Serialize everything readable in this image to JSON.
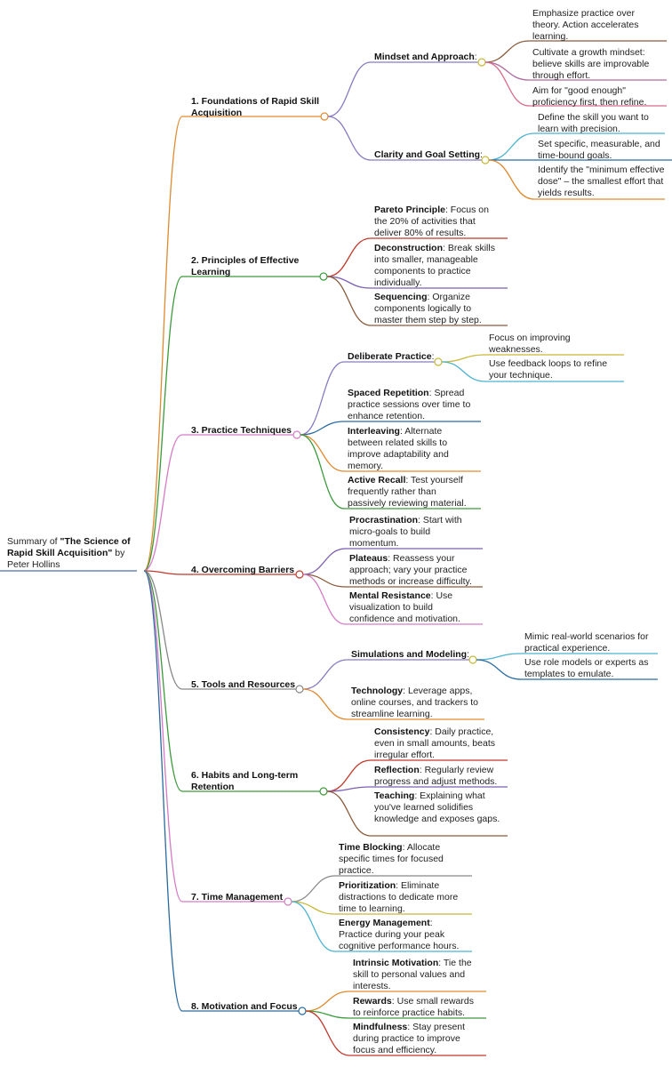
{
  "root": {
    "lines": [
      "Summary of ",
      "Rapid Skill Acquisition\" by",
      "Peter Hollins"
    ],
    "bold_part": "\"The Science of"
  },
  "sections": [
    {
      "title_lines": [
        "1. Foundations of Rapid Skill",
        "Acquisition"
      ],
      "color": "#e08a2e",
      "subs": [
        {
          "label": "Mindset and Approach",
          "colon": ":",
          "leaves": [
            {
              "lines": [
                "Emphasize practice over",
                "theory. Action accelerates",
                "learning."
              ],
              "color": "#8a5a3a"
            },
            {
              "lines": [
                "Cultivate a growth mindset:",
                "believe skills are improvable",
                "through effort."
              ],
              "color": "#b06aa0"
            },
            {
              "lines": [
                "Aim for \"good enough\"",
                "proficiency first, then refine."
              ],
              "color": "#d86a8a"
            }
          ]
        },
        {
          "label": "Clarity and Goal Setting",
          "colon": ":",
          "leaves": [
            {
              "lines": [
                "Define the skill you want to",
                "learn with precision."
              ],
              "color": "#4bb3d0"
            },
            {
              "lines": [
                "Set specific, measurable, and",
                "time-bound goals."
              ],
              "color": "#2a6aa0"
            },
            {
              "lines": [
                "Identify the \"minimum effective",
                "dose\" – the smallest effort that",
                "yields results."
              ],
              "color": "#e08a2e"
            }
          ]
        }
      ]
    },
    {
      "title_lines": [
        "2. Principles of Effective",
        "Learning"
      ],
      "color": "#3a9a3a",
      "items": [
        {
          "bold": "Pareto Principle",
          "rest_lines": [
            ": Focus on",
            "the 20% of activities that",
            "deliver 80% of results."
          ],
          "color": "#c0392b"
        },
        {
          "bold": "Deconstruction",
          "rest_lines": [
            ": Break skills",
            "into smaller, manageable",
            "components to practice",
            "individually."
          ],
          "color": "#7b5fb0"
        },
        {
          "bold": "Sequencing",
          "rest_lines": [
            ": Organize",
            "components logically to",
            "master them step by step."
          ],
          "color": "#8a5a3a"
        }
      ]
    },
    {
      "title_lines": [
        "3. Practice Techniques"
      ],
      "color": "#d67ac7",
      "subs": [
        {
          "label": "Deliberate Practice",
          "colon": ":",
          "leaves": [
            {
              "lines": [
                "Focus on improving",
                "weaknesses."
              ],
              "color": "#c9b838"
            },
            {
              "lines": [
                "Use feedback loops to refine",
                "your technique."
              ],
              "color": "#4bb3d0"
            }
          ]
        }
      ],
      "items": [
        {
          "bold": "Spaced Repetition",
          "rest_lines": [
            ": Spread",
            "practice sessions over time to",
            "enhance retention."
          ],
          "color": "#2a6aa0"
        },
        {
          "bold": "Interleaving",
          "rest_lines": [
            ": Alternate",
            "between related skills to",
            "improve adaptability and",
            "memory."
          ],
          "color": "#e08a2e"
        },
        {
          "bold": "Active Recall",
          "rest_lines": [
            ": Test yourself",
            "frequently rather than",
            "passively reviewing material."
          ],
          "color": "#3a9a3a"
        }
      ]
    },
    {
      "title_lines": [
        "4. Overcoming Barriers"
      ],
      "color": "#c0392b",
      "items": [
        {
          "bold": "Procrastination",
          "rest_lines": [
            ": Start with",
            "micro-goals to build",
            "momentum."
          ],
          "color": "#7b5fb0"
        },
        {
          "bold": "Plateaus",
          "rest_lines": [
            ": Reassess your",
            "approach; vary your practice",
            "methods or increase difficulty."
          ],
          "color": "#8a5a3a"
        },
        {
          "bold": "Mental Resistance",
          "rest_lines": [
            ": Use",
            "visualization to build",
            "confidence and motivation."
          ],
          "color": "#d67ac7"
        }
      ]
    },
    {
      "title_lines": [
        "5. Tools and Resources"
      ],
      "color": "#888888",
      "subs": [
        {
          "label": "Simulations and Modeling",
          "colon": ":",
          "leaves": [
            {
              "lines": [
                "Mimic real-world scenarios for",
                "practical experience."
              ],
              "color": "#4bb3d0"
            },
            {
              "lines": [
                "Use role models or experts as",
                "templates to emulate."
              ],
              "color": "#2a6aa0"
            }
          ]
        }
      ],
      "items": [
        {
          "bold": "Technology",
          "rest_lines": [
            ": Leverage apps,",
            "online courses, and trackers to",
            "streamline learning."
          ],
          "color": "#e08a2e"
        }
      ]
    },
    {
      "title_lines": [
        "6. Habits and Long-term",
        "Retention"
      ],
      "color": "#3a9a3a",
      "items": [
        {
          "bold": "Consistency",
          "rest_lines": [
            ": Daily practice,",
            "even in small amounts, beats",
            "irregular effort."
          ],
          "color": "#c0392b"
        },
        {
          "bold": "Reflection",
          "rest_lines": [
            ": Regularly review",
            "progress and adjust methods."
          ],
          "color": "#7b5fb0"
        },
        {
          "bold": "Teaching",
          "rest_lines": [
            ": Explaining what",
            "you've learned solidifies",
            "knowledge and exposes gaps."
          ],
          "color": "#8a5a3a"
        }
      ]
    },
    {
      "title_lines": [
        "7. Time Management"
      ],
      "color": "#d67ac7",
      "items": [
        {
          "bold": "Time Blocking",
          "rest_lines": [
            ": Allocate",
            "specific times for focused",
            "practice."
          ],
          "color": "#888888"
        },
        {
          "bold": "Prioritization",
          "rest_lines": [
            ": Eliminate",
            "distractions to dedicate more",
            "time to learning."
          ],
          "color": "#c9b838"
        },
        {
          "bold": "Energy Management",
          "rest_lines": [
            ":",
            "Practice during your peak",
            "cognitive performance hours."
          ],
          "color": "#4bb3d0"
        }
      ]
    },
    {
      "title_lines": [
        "8. Motivation and Focus"
      ],
      "color": "#2a6aa0",
      "items": [
        {
          "bold": "Intrinsic Motivation",
          "rest_lines": [
            ": Tie the",
            "skill to personal values and",
            "interests."
          ],
          "color": "#e08a2e"
        },
        {
          "bold": "Rewards",
          "rest_lines": [
            ": Use small rewards",
            "to reinforce practice habits."
          ],
          "color": "#3a9a3a"
        },
        {
          "bold": "Mindfulness",
          "rest_lines": [
            ": Stay present",
            "during practice to improve",
            "focus and efficiency."
          ],
          "color": "#c0392b"
        }
      ]
    }
  ]
}
